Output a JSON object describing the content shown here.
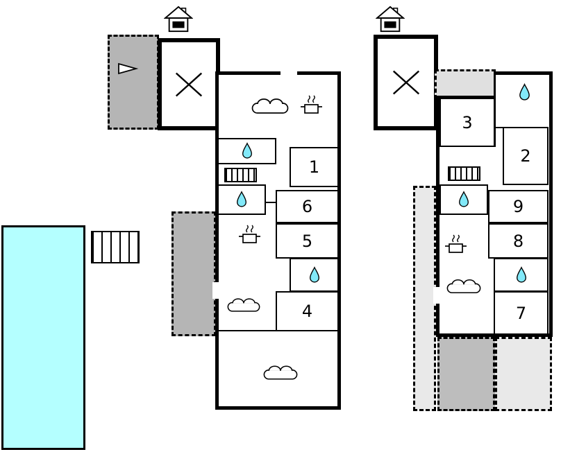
{
  "figure": {
    "type": "floor-plan",
    "description": "Two-storey holiday house floor plans with swimming pool"
  },
  "colors": {
    "wall": "#000000",
    "background": "#ffffff",
    "pool_fill": "#b4ffff",
    "water_drop_fill": "#82e9f9",
    "terrace_dark_fill": "#b5b5b5",
    "terrace_mid_fill": "#bdbdbd",
    "terrace_light_fill": "#e9e9e9"
  },
  "rooms": {
    "left": {
      "room1": "1",
      "room4": "4",
      "room5": "5",
      "room6": "6"
    },
    "right": {
      "room2": "2",
      "room3": "3",
      "room7": "7",
      "room8": "8",
      "room9": "9"
    }
  },
  "icons": {
    "water_drop": "water-drop-icon",
    "sofa": "sofa-icon",
    "stove": "stove-pot-icon",
    "radiator": "radiator-icon",
    "stairs": "stairs-icon",
    "chimney": "chimney-icon",
    "cross": "cross-mark-icon",
    "door_triangle": "door-triangle-icon"
  }
}
